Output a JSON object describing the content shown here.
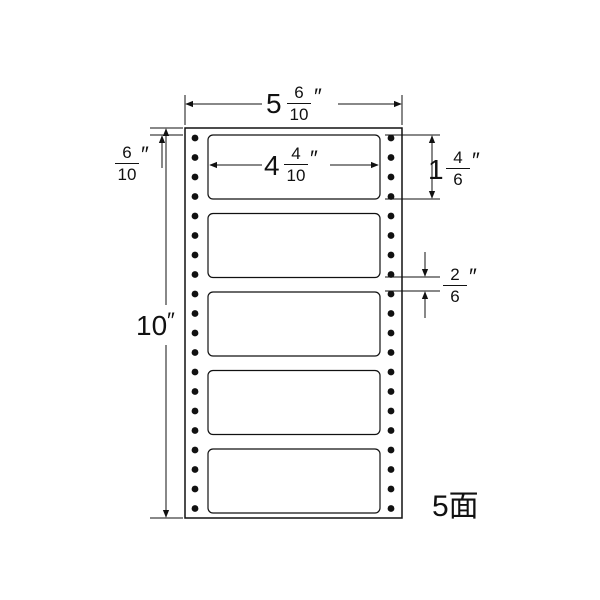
{
  "dimensions": {
    "sheet_width": {
      "whole": "5",
      "num": "6",
      "den": "10",
      "mark": "″"
    },
    "sheet_height": {
      "whole": "10",
      "mark": "″"
    },
    "top_margin": {
      "num": "6",
      "den": "10",
      "mark": "″"
    },
    "label_width": {
      "whole": "4",
      "num": "4",
      "den": "10",
      "mark": "″"
    },
    "label_height": {
      "whole": "1",
      "num": "4",
      "den": "6",
      "mark": "″"
    },
    "label_gap": {
      "num": "2",
      "den": "6",
      "mark": "″"
    }
  },
  "labels_per_sheet": 5,
  "count_label": "5面"
}
